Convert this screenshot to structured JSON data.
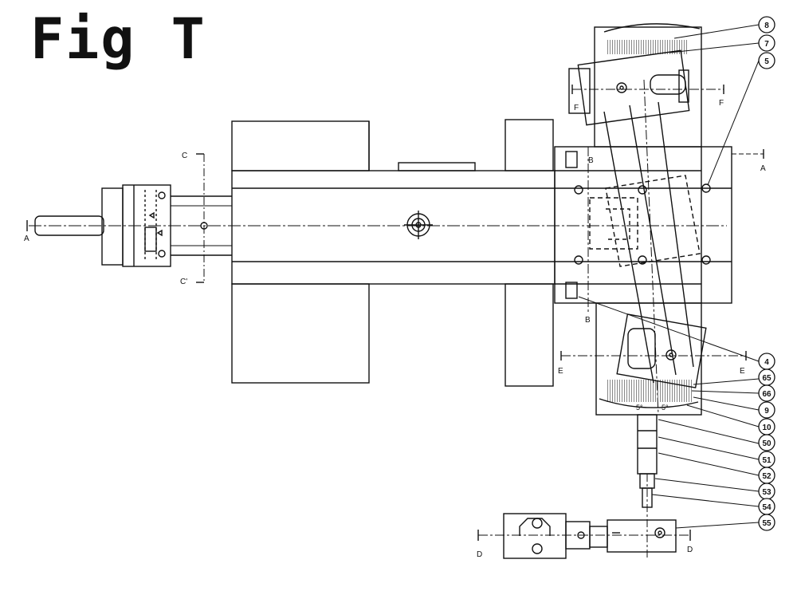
{
  "figure": {
    "title": "Fig T"
  },
  "section_marks": {
    "A": "A",
    "B": "B",
    "C": "C",
    "C_prime": "C'",
    "D": "D",
    "E": "E",
    "F": "F"
  },
  "callouts": [
    "8",
    "7",
    "5",
    "4",
    "65",
    "66",
    "9",
    "10",
    "50",
    "51",
    "52",
    "53",
    "54",
    "55"
  ],
  "scale_marks": {
    "bottom_left": "5°",
    "bottom_right": "5°"
  },
  "colors": {
    "ink": "#111111",
    "paper": "#ffffff"
  }
}
